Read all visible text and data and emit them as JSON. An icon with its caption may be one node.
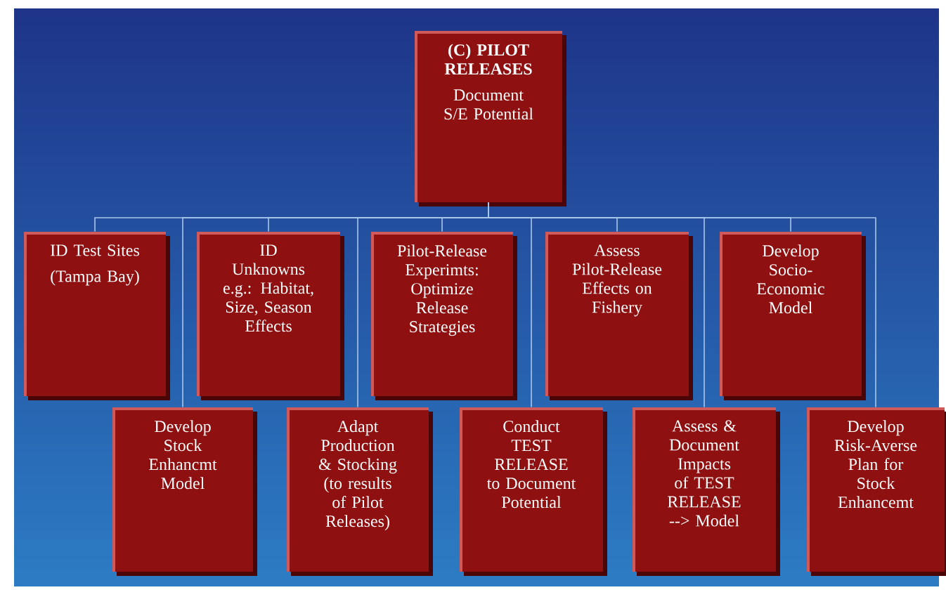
{
  "diagram": {
    "nodes": [
      {
        "text": [
          "(C) PILOT RELEASES",
          "Document S/E Potential"
        ]
      },
      {
        "text": [
          "ID Test Sites",
          "(Tampa Bay)"
        ]
      },
      {
        "text": [
          "ID Unknowns e.g.: Habitat, Size, Season Effects"
        ]
      },
      {
        "text": [
          "Pilot-Release Experimts: Optimize Release Strategies"
        ]
      },
      {
        "text": [
          "Assess Pilot-Release Effects on Fishery"
        ]
      },
      {
        "text": [
          "Develop Socio-Economic Model"
        ]
      },
      {
        "text": [
          "Develop Stock Enhancmt Model"
        ]
      },
      {
        "text": [
          "Adapt Production & Stocking (to results of Pilot Releases)"
        ]
      },
      {
        "text": [
          "Conduct TEST RELEASE to Document Potential"
        ]
      },
      {
        "text": [
          "Assess & Document Impacts of TEST RELEASE --> Model"
        ]
      },
      {
        "text": [
          "Develop Risk-Averse Plan for Stock Enhancemt"
        ]
      }
    ],
    "edges": [
      {
        "from": 0,
        "to": 1,
        "arrow": "none"
      },
      {
        "from": 0,
        "to": 6,
        "arrow": "none"
      },
      {
        "from": 0,
        "to": 2,
        "arrow": "none"
      },
      {
        "from": 0,
        "to": 7,
        "arrow": "none"
      },
      {
        "from": 0,
        "to": 3,
        "arrow": "none"
      },
      {
        "from": 0,
        "to": 8,
        "arrow": "none"
      },
      {
        "from": 0,
        "to": 4,
        "arrow": "none"
      },
      {
        "from": 0,
        "to": 9,
        "arrow": "none"
      },
      {
        "from": 0,
        "to": 5,
        "arrow": "none"
      },
      {
        "from": 0,
        "to": 10,
        "arrow": "none"
      }
    ]
  }
}
